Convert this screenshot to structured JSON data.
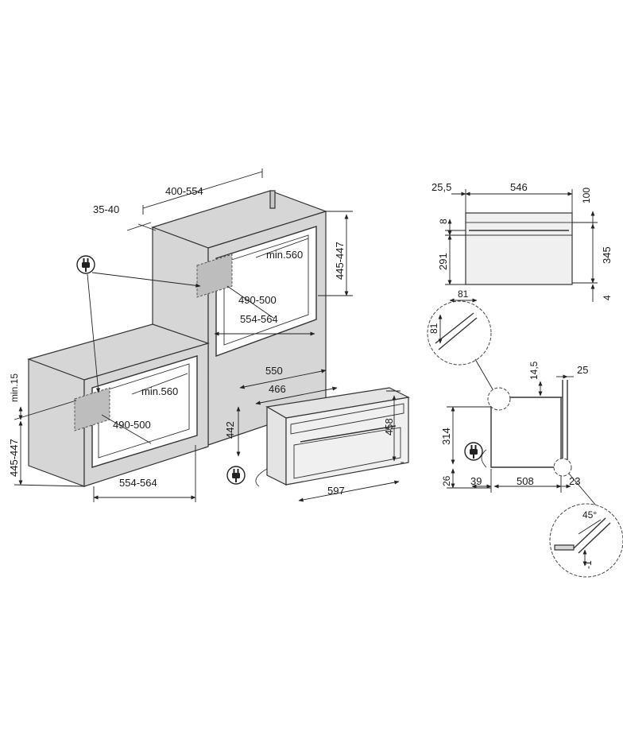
{
  "labels": {
    "dim_400_554": "400-554",
    "dim_35_40": "35-40",
    "dim_min560_tall": "min.560",
    "dim_445_447_tall": "445-447",
    "dim_490_500_tall": "490-500",
    "dim_554_564_tall": "554-564",
    "dim_min15": "min.15",
    "dim_445_447_low": "445-447",
    "dim_min560_low": "min.560",
    "dim_490_500_low": "490-500",
    "dim_554_564_low": "554-564",
    "dim_550": "550",
    "dim_466": "466",
    "dim_442": "442",
    "dim_458": "458",
    "dim_597": "597",
    "dim_25_5": "25,5",
    "dim_546": "546",
    "dim_100": "100",
    "dim_8": "8",
    "dim_291": "291",
    "dim_345": "345",
    "dim_4": "4",
    "dim_81_h": "81",
    "dim_81_v": "81",
    "dim_14_5": "14,5",
    "dim_25": "25",
    "dim_314": "314",
    "dim_26": "26",
    "dim_39": "39",
    "dim_508": "508",
    "dim_23": "23",
    "dim_45deg": "45°",
    "dim_minus1": "-1"
  },
  "icons": {
    "plug": "electrical-plug-icon"
  },
  "colors": {
    "cabinet": "#d6d6d6",
    "line": "#333333",
    "hatch": "#bdbdbd"
  }
}
